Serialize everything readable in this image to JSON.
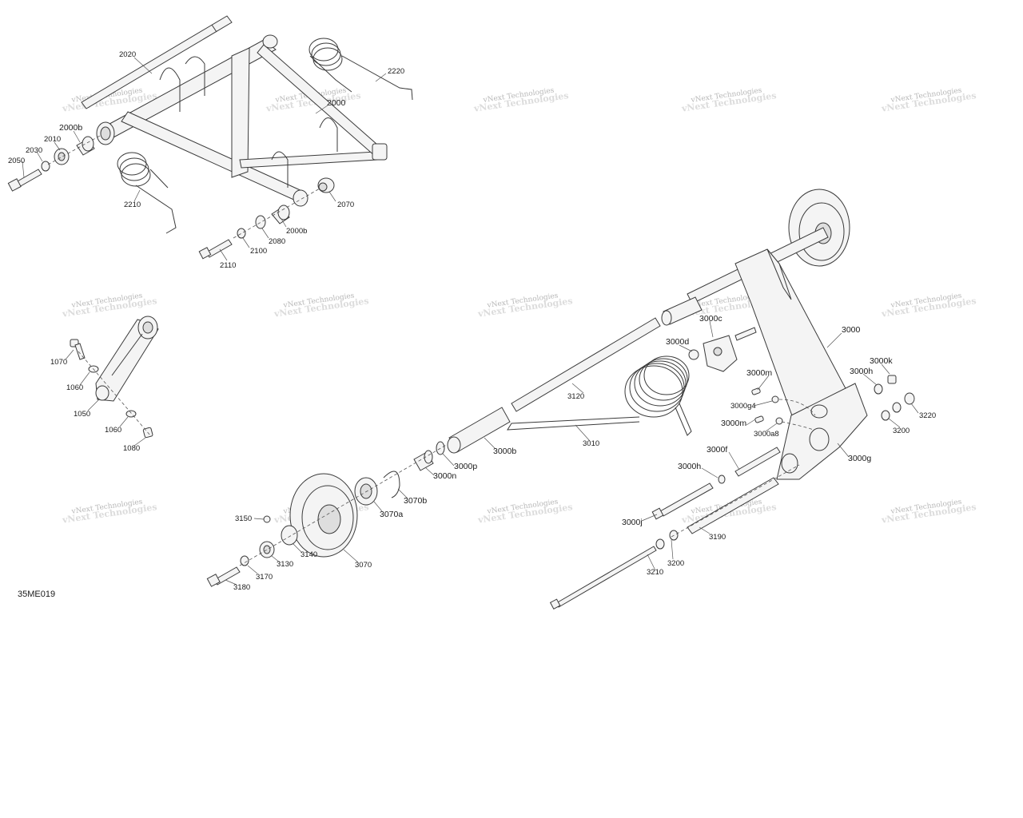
{
  "diagram_ref": "35ME019",
  "watermark": "vNext Technologies",
  "callouts": [
    {
      "id": "2020",
      "text": "2020"
    },
    {
      "id": "2220",
      "text": "2220"
    },
    {
      "id": "2000",
      "text": "2000"
    },
    {
      "id": "2000b_top",
      "text": "2000b"
    },
    {
      "id": "2010",
      "text": "2010"
    },
    {
      "id": "2030",
      "text": "2030"
    },
    {
      "id": "2050",
      "text": "2050"
    },
    {
      "id": "2210",
      "text": "2210"
    },
    {
      "id": "2070",
      "text": "2070"
    },
    {
      "id": "2000b_bot",
      "text": "2000b"
    },
    {
      "id": "2080",
      "text": "2080"
    },
    {
      "id": "2100",
      "text": "2100"
    },
    {
      "id": "2110",
      "text": "2110"
    },
    {
      "id": "1070",
      "text": "1070"
    },
    {
      "id": "1060_a",
      "text": "1060"
    },
    {
      "id": "1050",
      "text": "1050"
    },
    {
      "id": "1060_b",
      "text": "1060"
    },
    {
      "id": "1080",
      "text": "1080"
    },
    {
      "id": "3000",
      "text": "3000"
    },
    {
      "id": "3000c",
      "text": "3000c"
    },
    {
      "id": "3000d",
      "text": "3000d"
    },
    {
      "id": "3000k",
      "text": "3000k"
    },
    {
      "id": "3000h_a",
      "text": "3000h"
    },
    {
      "id": "3000m_a",
      "text": "3000m"
    },
    {
      "id": "3000g4",
      "text": "3000g4"
    },
    {
      "id": "3000m_b",
      "text": "3000m"
    },
    {
      "id": "3000a8",
      "text": "3000a8"
    },
    {
      "id": "3220",
      "text": "3220"
    },
    {
      "id": "3200_a",
      "text": "3200"
    },
    {
      "id": "3000g",
      "text": "3000g"
    },
    {
      "id": "3000f",
      "text": "3000f"
    },
    {
      "id": "3000h_b",
      "text": "3000h"
    },
    {
      "id": "3000j",
      "text": "3000j"
    },
    {
      "id": "3190",
      "text": "3190"
    },
    {
      "id": "3200_b",
      "text": "3200"
    },
    {
      "id": "3210",
      "text": "3210"
    },
    {
      "id": "3120",
      "text": "3120"
    },
    {
      "id": "3010",
      "text": "3010"
    },
    {
      "id": "3000b",
      "text": "3000b"
    },
    {
      "id": "3000p",
      "text": "3000p"
    },
    {
      "id": "3000n",
      "text": "3000n"
    },
    {
      "id": "3070b",
      "text": "3070b"
    },
    {
      "id": "3070a",
      "text": "3070a"
    },
    {
      "id": "3070",
      "text": "3070"
    },
    {
      "id": "3150",
      "text": "3150"
    },
    {
      "id": "3140",
      "text": "3140"
    },
    {
      "id": "3130",
      "text": "3130"
    },
    {
      "id": "3170",
      "text": "3170"
    },
    {
      "id": "3180",
      "text": "3180"
    }
  ]
}
